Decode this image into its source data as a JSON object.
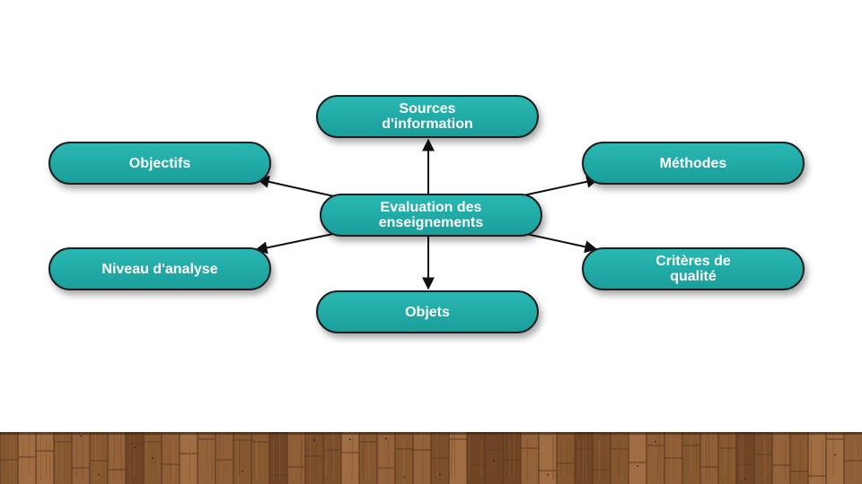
{
  "diagram": {
    "center": {
      "label": "Evaluation des\nenseignements"
    },
    "nodes": {
      "sources": {
        "label": "Sources\nd'information"
      },
      "objectifs": {
        "label": "Objectifs"
      },
      "methodes": {
        "label": "Méthodes"
      },
      "niveau": {
        "label": "Niveau d'analyse"
      },
      "criteres": {
        "label": "Critères de\nqualité"
      },
      "objets": {
        "label": "Objets"
      }
    }
  },
  "colors": {
    "node_fill_top": "#2ab7b2",
    "node_fill_bottom": "#1a9f9b",
    "node_border": "#1e1e1e",
    "arrow": "#111111",
    "floor_base": "#8a5a35",
    "floor_dark": "#5e3a1f",
    "floor_light": "#b07a4d"
  },
  "floor": {
    "texture": "wood-planks"
  }
}
